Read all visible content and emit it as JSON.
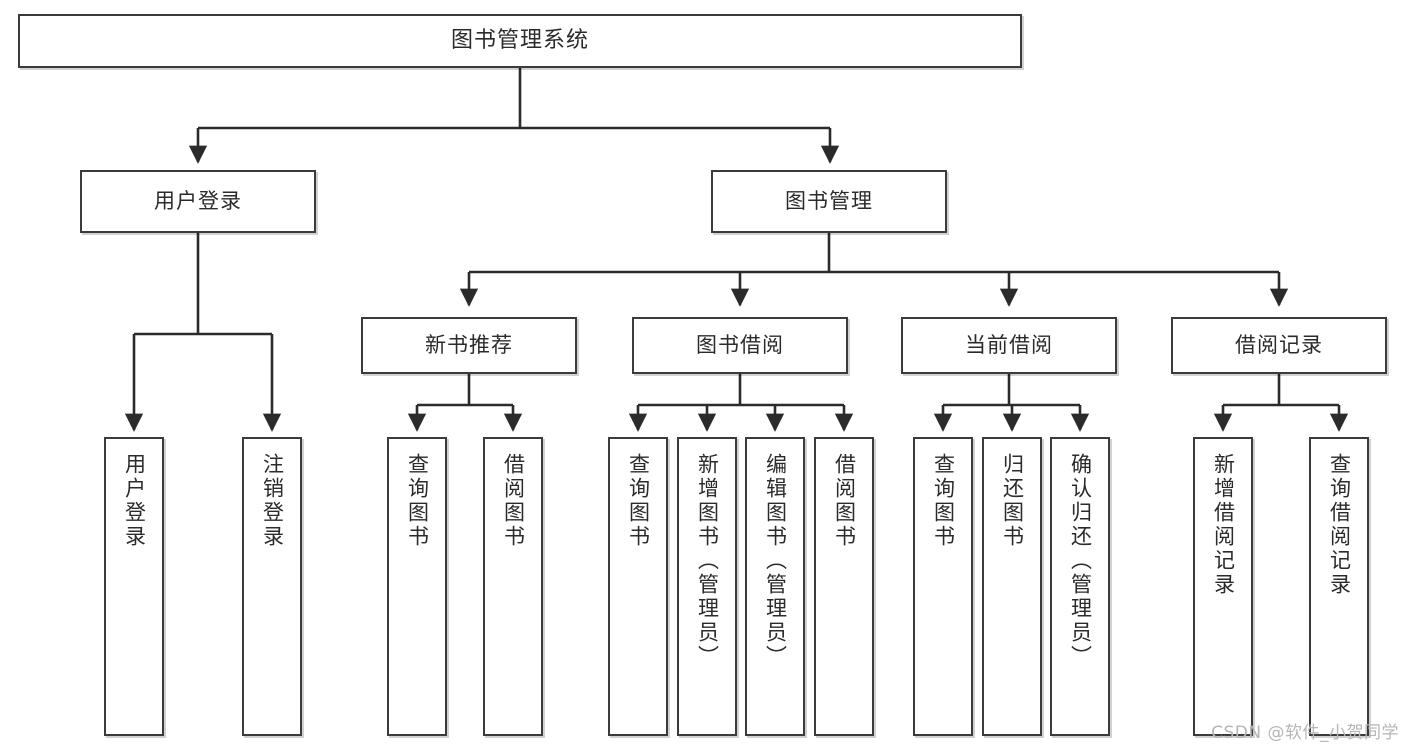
{
  "diagram": {
    "title_text": "图书管理系统",
    "watermark": "CSDN @软件_小贺同学",
    "colors": {
      "box_border": "#3b3b3b",
      "box_fill": "#ffffff",
      "line": "#2b2b2b",
      "text": "#2b2b2b",
      "watermark": "#b6b6b6",
      "background": "#ffffff"
    },
    "levels": {
      "root": "图书管理系统",
      "level1": [
        "用户登录",
        "图书管理"
      ],
      "level2": [
        "新书推荐",
        "图书借阅",
        "当前借阅",
        "借阅记录"
      ]
    }
  },
  "nodes": {
    "root": {
      "label": "图书管理系统"
    },
    "user_login": {
      "label": "用户登录"
    },
    "book_manage": {
      "label": "图书管理"
    },
    "new_book_rec": {
      "label": "新书推荐"
    },
    "book_borrow": {
      "label": "图书借阅"
    },
    "current_borrow": {
      "label": "当前借阅"
    },
    "borrow_record": {
      "label": "借阅记录"
    },
    "leaf_user_login": {
      "label": "用户登录"
    },
    "leaf_logout": {
      "label": "注销登录"
    },
    "leaf_query_book_1": {
      "label": "查询图书"
    },
    "leaf_borrow_book_1": {
      "label": "借阅图书"
    },
    "leaf_query_book_2": {
      "label": "查询图书"
    },
    "leaf_add_book_admin": {
      "label": "新增图书（管理员）"
    },
    "leaf_edit_book_admin": {
      "label": "编辑图书（管理员）"
    },
    "leaf_borrow_book_2": {
      "label": "借阅图书"
    },
    "leaf_query_book_3": {
      "label": "查询图书"
    },
    "leaf_return_book": {
      "label": "归还图书"
    },
    "leaf_confirm_return_admin": {
      "label": "确认归还（管理员）"
    },
    "leaf_add_borrow_record": {
      "label": "新增借阅记录"
    },
    "leaf_query_borrow_record": {
      "label": "查询借阅记录"
    }
  }
}
